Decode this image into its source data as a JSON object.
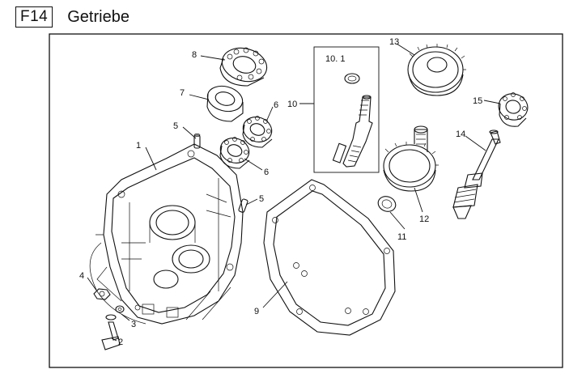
{
  "header": {
    "code": "F14",
    "title": "Getriebe"
  },
  "callouts": [
    {
      "id": "c1",
      "text": "1"
    },
    {
      "id": "c2",
      "text": "2"
    },
    {
      "id": "c3",
      "text": "3"
    },
    {
      "id": "c4",
      "text": "4"
    },
    {
      "id": "c5a",
      "text": "5"
    },
    {
      "id": "c5b",
      "text": "5"
    },
    {
      "id": "c6a",
      "text": "6"
    },
    {
      "id": "c6b",
      "text": "6"
    },
    {
      "id": "c7",
      "text": "7"
    },
    {
      "id": "c8",
      "text": "8"
    },
    {
      "id": "c9",
      "text": "9"
    },
    {
      "id": "c10",
      "text": "10"
    },
    {
      "id": "c101",
      "text": "10. 1"
    },
    {
      "id": "c11",
      "text": "11"
    },
    {
      "id": "c12",
      "text": "12"
    },
    {
      "id": "c13",
      "text": "13"
    },
    {
      "id": "c14",
      "text": "14"
    },
    {
      "id": "c15",
      "text": "15"
    }
  ]
}
